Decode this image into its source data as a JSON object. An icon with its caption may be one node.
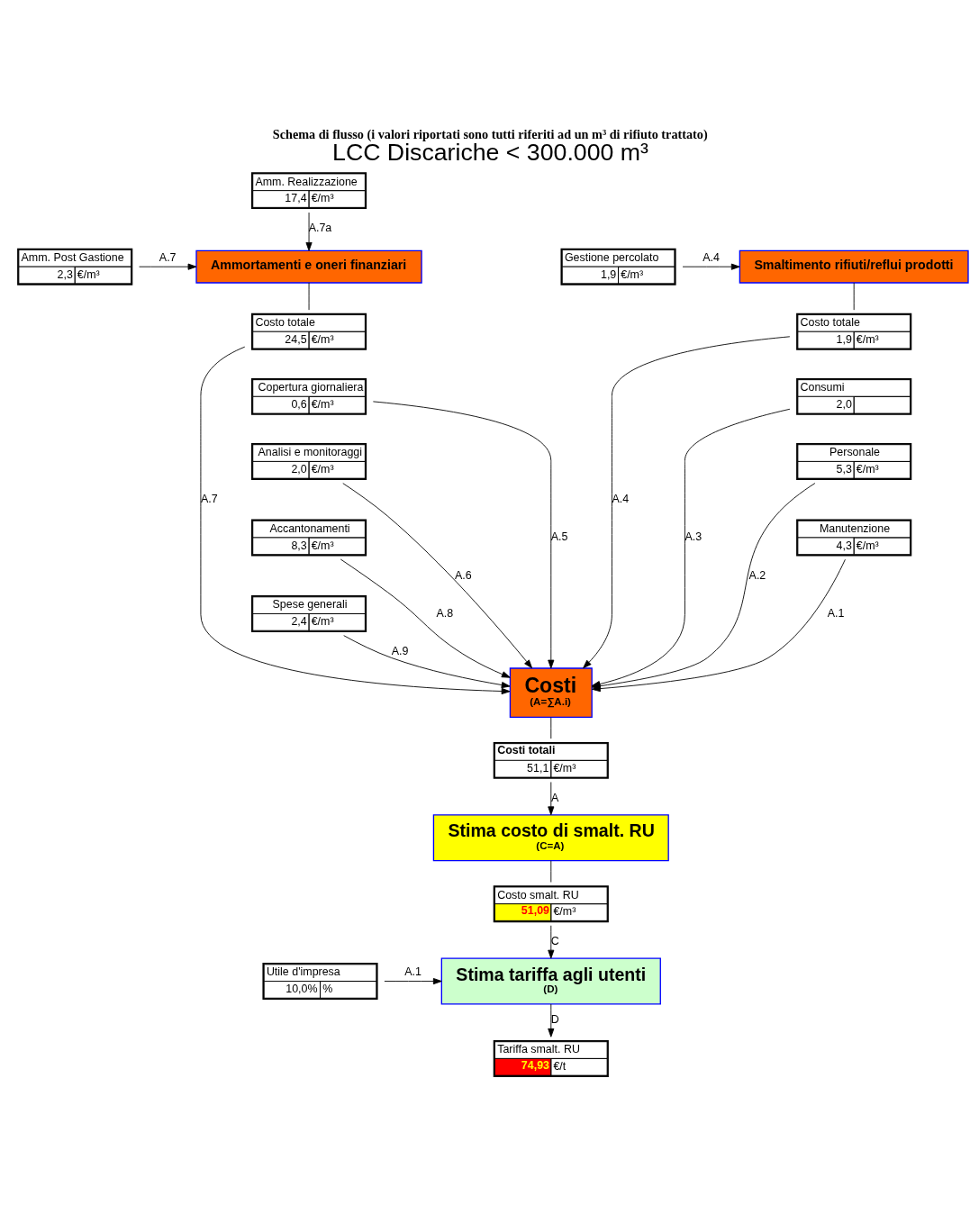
{
  "diagram": {
    "title": "LCC Discariche < 300.000 m³",
    "caption": "Schema di flusso (i valori riportati sono tutti riferiti ad un m³ di rifiuto trattato)",
    "nodes": [
      {
        "text": [
          "Smaltimento rifiuti/reflui prodotti"
        ]
      },
      {
        "text": [
          "Ammortamenti e oneri finanziari"
        ]
      },
      {
        "text": [
          "Costi",
          "(A=∑A.i)"
        ]
      },
      {
        "text": [
          "Stima costo di smalt. RU",
          "(C=A)"
        ]
      },
      {
        "text": [
          "Stima tariffa agli utenti",
          "(D)"
        ]
      },
      {
        "text": [
          "Gestione percolato",
          "1,9",
          "€/m³"
        ]
      },
      {
        "text": [
          "Amm. Realizzazione",
          "17,4",
          "€/m³"
        ]
      },
      {
        "text": [
          "Amm. Post Gastione",
          "2,3",
          "€/m³"
        ]
      },
      {
        "text": [
          "Costo totale",
          "1,9",
          "€/m³"
        ]
      },
      {
        "text": [
          "Costo totale",
          "24,5",
          "€/m³"
        ]
      },
      {
        "text": [
          "Consumi",
          "2,0"
        ]
      },
      {
        "text": [
          "Personale",
          "5,3",
          "€/m³"
        ]
      },
      {
        "text": [
          "Manutenzione",
          "4,3",
          "€/m³"
        ]
      },
      {
        "text": [
          "Copertura giornaliera",
          "0,6",
          "€/m³"
        ]
      },
      {
        "text": [
          "Analisi e monitoraggi",
          "2,0",
          "€/m³"
        ]
      },
      {
        "text": [
          "Accantonamenti",
          "8,3",
          "€/m³"
        ]
      },
      {
        "text": [
          "Spese generali",
          "2,4",
          "€/m³"
        ]
      },
      {
        "text": [
          "Costi totali",
          "51,1",
          "€/m³"
        ]
      },
      {
        "text": [
          "Costo smalt. RU",
          "51,09",
          "€/m³"
        ]
      },
      {
        "text": [
          "Utile d'impresa",
          "10,0%",
          "%"
        ]
      },
      {
        "text": [
          "Tariffa smalt. RU",
          "74,93",
          "€/t"
        ]
      }
    ],
    "edges": [
      {
        "from": 5,
        "to": 0,
        "arrow": "to",
        "label": "A.4"
      },
      {
        "from": 6,
        "to": 1,
        "arrow": "to",
        "label": "A.7a"
      },
      {
        "from": 7,
        "to": 1,
        "arrow": "to",
        "label": "A.7"
      },
      {
        "from": 0,
        "to": 8,
        "arrow": "none"
      },
      {
        "from": 8,
        "to": 2,
        "arrow": "to",
        "label": "A.4"
      },
      {
        "from": 1,
        "to": 9,
        "arrow": "none"
      },
      {
        "from": 9,
        "to": 2,
        "arrow": "to",
        "label": "A.7"
      },
      {
        "from": 10,
        "to": 2,
        "arrow": "to",
        "label": "A.3"
      },
      {
        "from": 11,
        "to": 2,
        "arrow": "to",
        "label": "A.2"
      },
      {
        "from": 12,
        "to": 2,
        "arrow": "to",
        "label": "A.1"
      },
      {
        "from": 13,
        "to": 2,
        "arrow": "to",
        "label": "A.5"
      },
      {
        "from": 14,
        "to": 2,
        "arrow": "to",
        "label": "A.6"
      },
      {
        "from": 15,
        "to": 2,
        "arrow": "to",
        "label": "A.8"
      },
      {
        "from": 16,
        "to": 2,
        "arrow": "to",
        "label": "A.9"
      },
      {
        "from": 2,
        "to": 17,
        "arrow": "none"
      },
      {
        "from": 17,
        "to": 3,
        "arrow": "to",
        "label": "A"
      },
      {
        "from": 3,
        "to": 18,
        "arrow": "none"
      },
      {
        "from": 18,
        "to": 4,
        "arrow": "to",
        "label": "C"
      },
      {
        "from": 19,
        "to": 4,
        "arrow": "to",
        "label": "A.1"
      },
      {
        "from": 4,
        "to": 20,
        "arrow": "to",
        "label": "D"
      }
    ]
  }
}
